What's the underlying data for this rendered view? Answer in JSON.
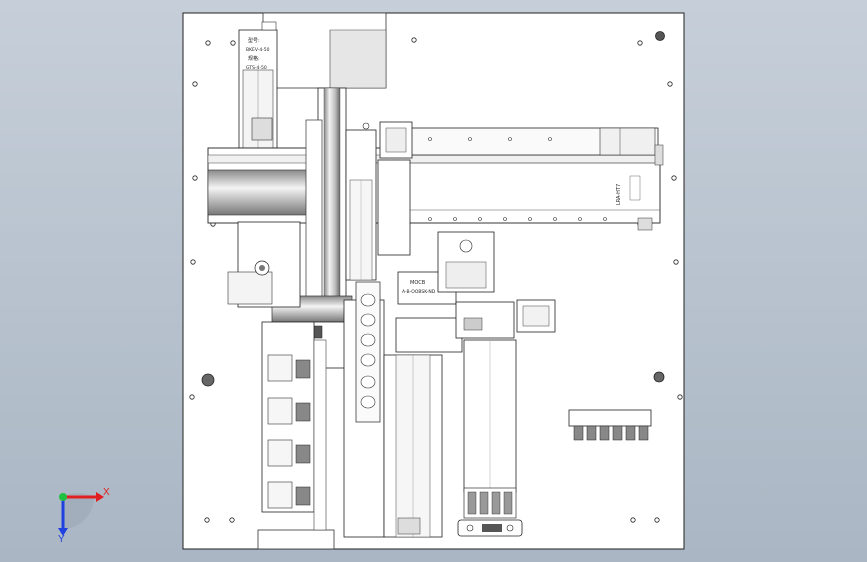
{
  "drawing": {
    "labels": {
      "top_tag_1": "型号:",
      "top_tag_2": "BKEV-4-50",
      "top_tag_3": "规格:",
      "top_tag_4": "GTS-4-50",
      "rail_tag": "LRA-HT7",
      "module_tag_1": "MOCB",
      "module_tag_2": "A-B-OOBSK-ND"
    },
    "triad": {
      "x_label": "X",
      "y_label": "Y",
      "x_color": "#e02020",
      "y_color": "#2040e0",
      "origin_color": "#20c040"
    }
  }
}
